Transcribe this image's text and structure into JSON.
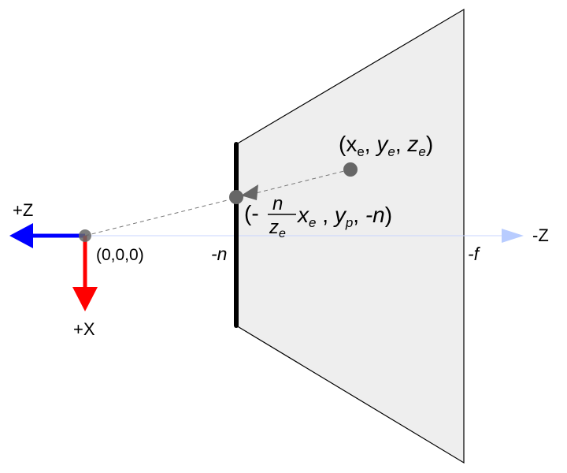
{
  "labels": {
    "plus_z": "+Z",
    "plus_x": "+X",
    "minus_z": "-Z",
    "origin": "(0,0,0)",
    "near_plane": "-n",
    "far_plane": "-f"
  },
  "eye_point": {
    "open": "(",
    "x": "x",
    "x_sub": "e",
    "sep1": ", ",
    "y": "y",
    "y_sub": "e",
    "sep2": ", ",
    "z": "z",
    "z_sub": "e",
    "close": ")"
  },
  "projected_point": {
    "open": "(-",
    "frac_num": "n",
    "frac_den": "z",
    "frac_den_sub": "e",
    "x": "x",
    "x_sub": "e",
    "sep1": " , ",
    "y": "y",
    "y_sub": "p",
    "sep2": ", ",
    "z": "-n",
    "close": ")"
  },
  "colors": {
    "z_axis": "#0000ff",
    "x_axis": "#ff0000",
    "view_axis": "#b0c4ff",
    "frustum_fill": "#eeeeee",
    "points": "#666666",
    "near_plane": "#000000"
  }
}
